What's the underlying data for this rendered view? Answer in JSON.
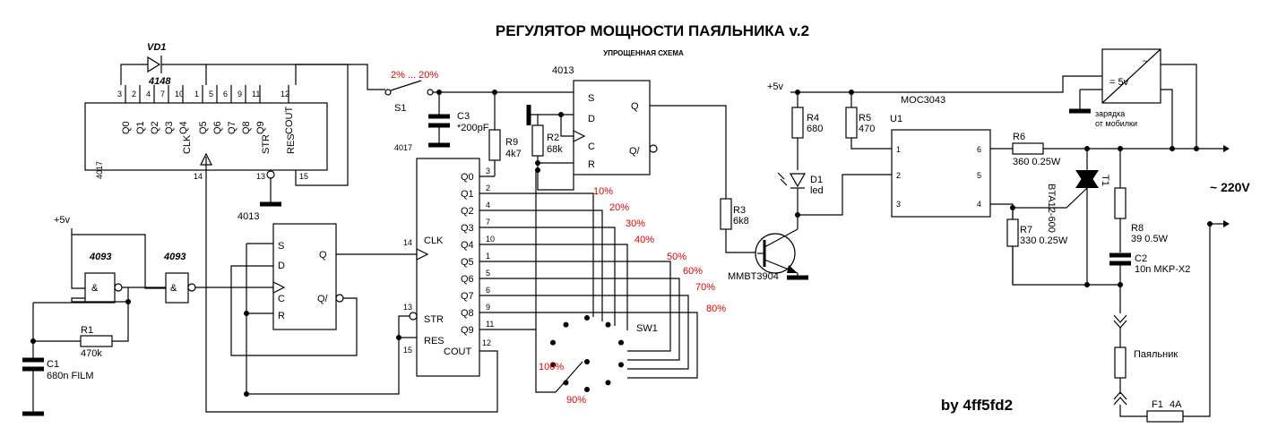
{
  "title": "РЕГУЛЯТОР МОЩНОСТИ ПАЯЛЬНИКА v.2",
  "subtitle": "УПРОЩЕННАЯ СХЕМА",
  "author": "by 4ff5fd2",
  "supply": {
    "plus5v_left": "+5v",
    "plus5v_right": "+5v",
    "mains": "~ 220V",
    "charger_label": "зарядка от мобилки",
    "charger_line1": "зарядка",
    "charger_line2": "от мобилки",
    "charger_box": "= 5v",
    "charger_ac": "~"
  },
  "chips": {
    "counter_top": {
      "name": "4017",
      "pins_q": [
        "Q0",
        "Q1",
        "Q2",
        "Q3",
        "Q4",
        "Q5",
        "Q6",
        "Q7",
        "Q8",
        "Q9",
        "COUT"
      ],
      "pin_nums": [
        "3",
        "2",
        "4",
        "7",
        "10",
        "1",
        "5",
        "6",
        "9",
        "11",
        "12"
      ],
      "clk": "CLK",
      "str": "STR",
      "res": "RES",
      "clk_pin": "14",
      "str_pin": "13",
      "res_pin": "15"
    },
    "counter_main": {
      "name": "4017",
      "pins_q": [
        "Q0",
        "Q1",
        "Q2",
        "Q3",
        "Q4",
        "Q5",
        "Q6",
        "Q7",
        "Q8",
        "Q9"
      ],
      "pin_nums": [
        "3",
        "2",
        "4",
        "7",
        "10",
        "1",
        "5",
        "6",
        "9",
        "11"
      ],
      "clk": "CLK",
      "str": "STR",
      "res": "RES",
      "cout": "COUT",
      "clk_pin": "14",
      "str_pin": "13",
      "res_pin": "15",
      "cout_pin": "12"
    },
    "ff_top": {
      "name": "4013",
      "s": "S",
      "d": "D",
      "c": "C",
      "r": "R",
      "q": "Q",
      "qn": "Q/"
    },
    "ff_bottom": {
      "name": "4013",
      "s": "S",
      "d": "D",
      "c": "C",
      "r": "R",
      "q": "Q",
      "qn": "Q/"
    },
    "nand1": {
      "name": "4093",
      "sym": "&"
    },
    "nand2": {
      "name": "4093",
      "sym": "&"
    },
    "opto": {
      "name": "MOC3043",
      "ref": "U1",
      "pins": [
        "1",
        "2",
        "3",
        "6",
        "5",
        "4"
      ]
    }
  },
  "components": {
    "vd1": {
      "ref": "VD1",
      "value": "4148"
    },
    "s1": {
      "ref": "S1",
      "range": "2% ... 20%"
    },
    "c3": {
      "ref": "C3",
      "value": "*200pF"
    },
    "r9": {
      "ref": "R9",
      "value": "4k7"
    },
    "r2": {
      "ref": "R2",
      "value": "68k"
    },
    "r1": {
      "ref": "R1",
      "value": "470k"
    },
    "c1": {
      "ref": "C1",
      "value": "680n FILM"
    },
    "r3": {
      "ref": "R3",
      "value": "6k8"
    },
    "r4": {
      "ref": "R4",
      "value": "680"
    },
    "r5": {
      "ref": "R5",
      "value": "470"
    },
    "d1": {
      "ref": "D1",
      "value": "led"
    },
    "q1": {
      "value": "MMBT3904"
    },
    "r6": {
      "ref": "R6",
      "value": "360  0.25W"
    },
    "r7": {
      "ref": "R7",
      "value": "330  0.25W"
    },
    "r8": {
      "ref": "R8",
      "value": "39  0.5W"
    },
    "c2": {
      "ref": "C2",
      "value": "10n MKP-X2"
    },
    "t1": {
      "ref": "T1",
      "value": "BTA12-600"
    },
    "f1": {
      "ref": "F1",
      "value": "4A"
    },
    "load": {
      "label": "Паяльник"
    },
    "sw1": {
      "ref": "SW1"
    }
  },
  "percent_labels": [
    "10%",
    "20%",
    "30%",
    "40%",
    "50%",
    "60%",
    "70%",
    "80%",
    "90%",
    "100%"
  ],
  "colors": {
    "wire": "#000000",
    "annotation": "#e00000",
    "background": "#ffffff"
  }
}
